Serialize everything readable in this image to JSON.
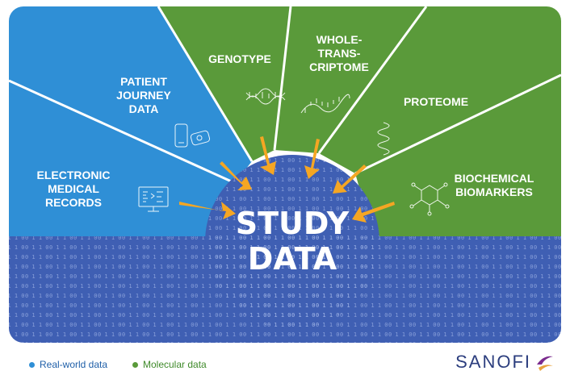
{
  "colors": {
    "realworld_blue": "#2f8fd6",
    "molecular_green": "#5a9a3a",
    "study_blue": "#3f5fb3",
    "arrow_orange": "#f5a623",
    "brand_navy": "#2c3e7e"
  },
  "sections": {
    "emr": [
      "ELECTRONIC",
      "MEDICAL",
      "RECORDS"
    ],
    "patient_journey": [
      "PATIENT",
      "JOURNEY",
      "DATA"
    ],
    "genotype": [
      "GENOTYPE"
    ],
    "whole_transcriptome": [
      "WHOLE-",
      "TRANS-",
      "CRIPTOME"
    ],
    "proteome": [
      "PROTEOME"
    ],
    "biochemical": [
      "BIOCHEMICAL",
      "BIOMARKERS"
    ]
  },
  "icons": {
    "emr": "computer-monitor-icon",
    "patient_journey": "phone-and-wearable-icon",
    "genotype": "dna-icon",
    "whole_transcriptome": "rna-strand-icon",
    "proteome": "protein-helix-icon",
    "biochemical": "molecule-icon"
  },
  "center": {
    "line1": "STUDY",
    "line2": "DATA"
  },
  "legend": {
    "realworld": "Real-world data",
    "molecular": "Molecular data"
  },
  "brand": {
    "name": "SANOFI"
  }
}
